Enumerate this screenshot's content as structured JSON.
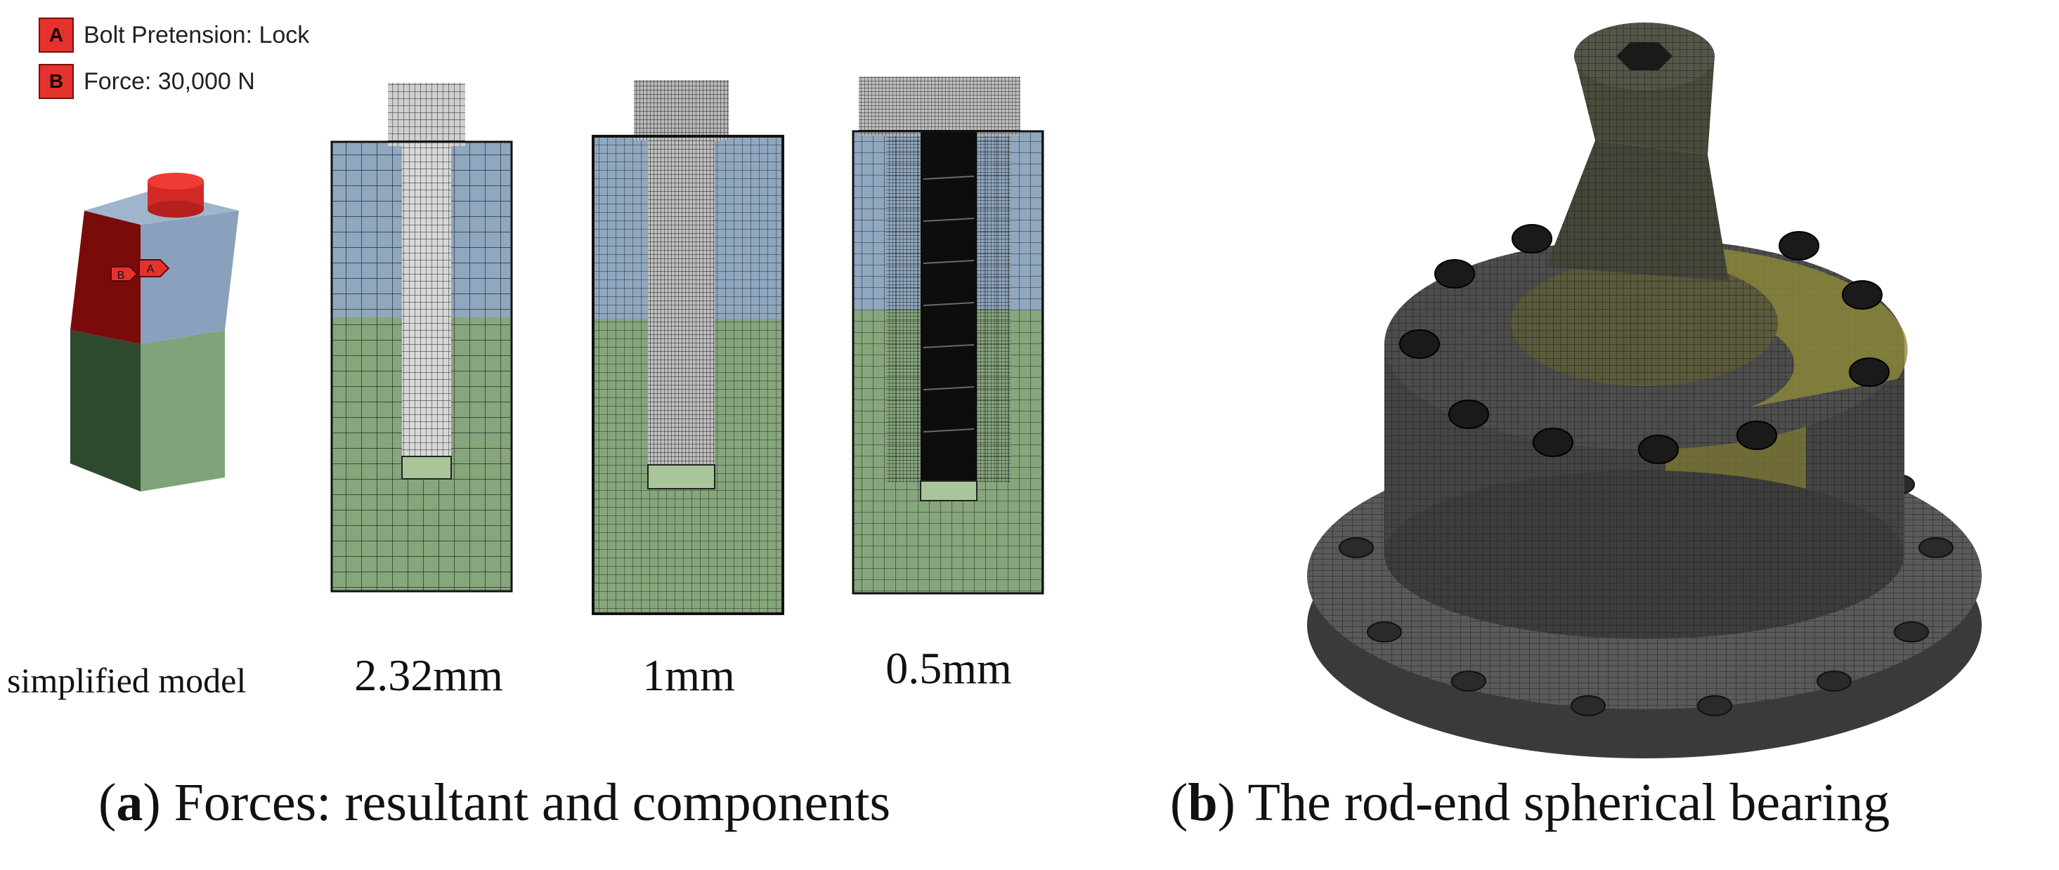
{
  "legend": [
    {
      "letter": "A",
      "text": "Bolt Pretension: Lock",
      "color": "#e5322d"
    },
    {
      "letter": "B",
      "text": "Force: 30,000 N",
      "color": "#e5322d"
    }
  ],
  "model_tags": {
    "a": "A",
    "b": "B"
  },
  "labels": {
    "simplified": "simplified model",
    "mesh_1": "2.32mm",
    "mesh_2": "1mm",
    "mesh_3": "0.5mm"
  },
  "captions": {
    "a_letter": "a",
    "a_text": "Forces: resultant and components",
    "b_letter": "b",
    "b_text": "The rod-end spherical bearing"
  },
  "colors": {
    "upper_block": "#8fa7bf",
    "lower_block": "#86a67c",
    "bolt_mesh": "#444444",
    "red_part": "#e5322d",
    "dark_red": "#7a0b0b",
    "bearing_dark": "#3b3b3b",
    "bearing_highlight": "#8d8a3a"
  }
}
